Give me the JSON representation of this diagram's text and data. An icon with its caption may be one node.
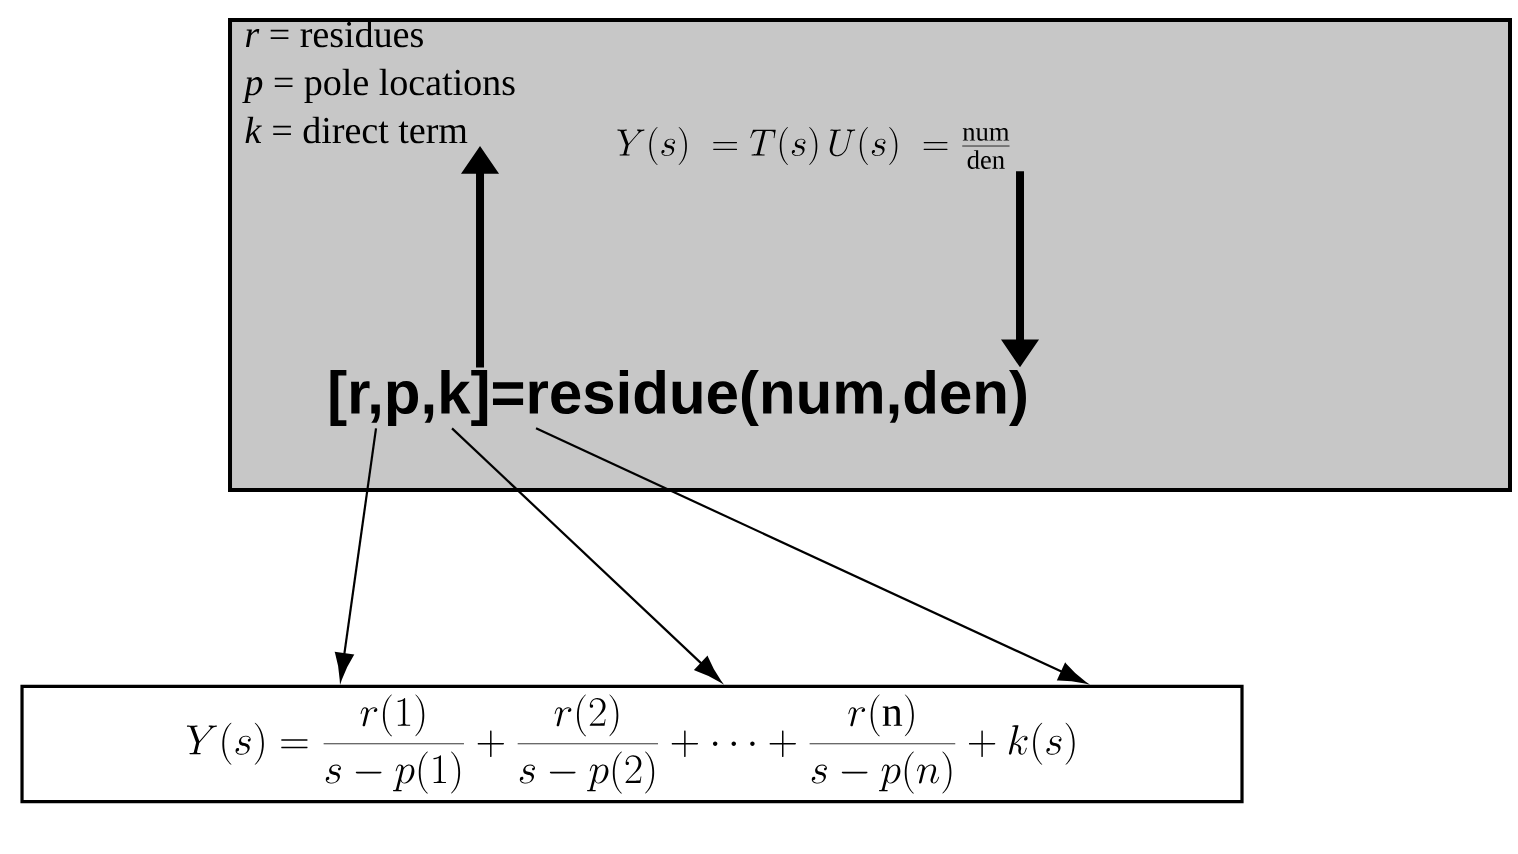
{
  "diagram": {
    "nodes": [
      {
        "text": [],
        "shape": "box"
      },
      {
        "text": [
          "*r* = residues",
          "*p* = pole locations",
          "*k* = direct term"
        ],
        "in": 0
      },
      {
        "text": [
          "Y(s) \\;= T(s)\\, U(s) \\;= \\frac{\\mathrm{num}}{\\mathrm{den}}"
        ],
        "in": 0
      },
      {
        "text": [
          "[r,p,k]=residue(num,den)"
        ],
        "in": 0
      },
      {
        "text": [
          "Y(s) = \\frac{r(1)}{s - p(1)} + \\frac{r(2)}{s - p(2)} + \\cdots + \\frac{r(\\mathrm{n})}{s - p(n)} + k(s)"
        ]
      }
    ],
    "edges": [
      {
        "from": 3,
        "to": 1,
        "arrow": "to",
        "style": "thick"
      },
      {
        "from": 2,
        "to": 3,
        "arrow": "to",
        "style": "thick"
      },
      {
        "from": 3,
        "to": 4,
        "arrow": "to"
      },
      {
        "from": 3,
        "to": 4,
        "arrow": "to"
      },
      {
        "from": 3,
        "to": 4,
        "arrow": "to"
      }
    ]
  }
}
